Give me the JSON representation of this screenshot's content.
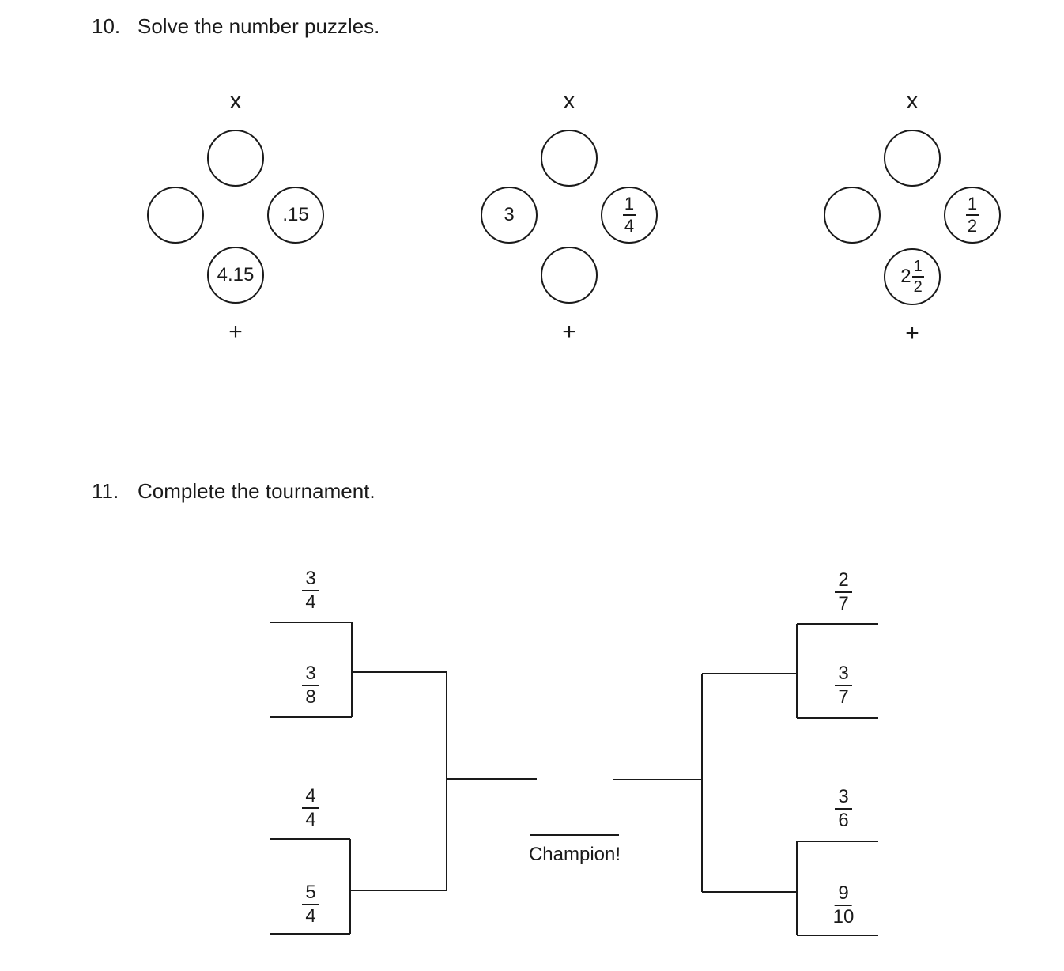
{
  "problem10": {
    "number": "10.",
    "instruction": "Solve the number puzzles.",
    "puzzles": [
      {
        "top_operator": "x",
        "bottom_operator": "+",
        "top": "",
        "left": "",
        "right": ".15",
        "bottom": "4.15"
      },
      {
        "top_operator": "x",
        "bottom_operator": "+",
        "top": "",
        "left": "3",
        "right": {
          "numerator": "1",
          "denominator": "4"
        },
        "bottom": ""
      },
      {
        "top_operator": "x",
        "bottom_operator": "+",
        "top": "",
        "left": "",
        "right": {
          "numerator": "1",
          "denominator": "2"
        },
        "bottom": {
          "whole": "2",
          "numerator": "1",
          "denominator": "2"
        }
      }
    ]
  },
  "problem11": {
    "number": "11.",
    "instruction": "Complete the tournament.",
    "champion_label": "Champion!",
    "left_entries": [
      {
        "numerator": "3",
        "denominator": "4"
      },
      {
        "numerator": "3",
        "denominator": "8"
      },
      {
        "numerator": "4",
        "denominator": "4"
      },
      {
        "numerator": "5",
        "denominator": "4"
      }
    ],
    "right_entries": [
      {
        "numerator": "2",
        "denominator": "7"
      },
      {
        "numerator": "3",
        "denominator": "7"
      },
      {
        "numerator": "3",
        "denominator": "6"
      },
      {
        "numerator": "9",
        "denominator": "10"
      }
    ]
  }
}
